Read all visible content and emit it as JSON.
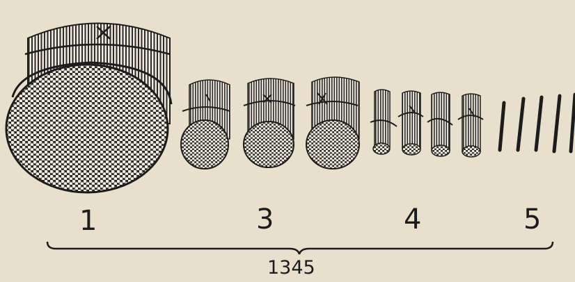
{
  "labels": {
    "group_1": "1",
    "group_3": "3",
    "group_4": "4",
    "group_5": "5",
    "total": "1345"
  },
  "colors": {
    "paper": "#e8e0cc",
    "ink": "#1c1c1c",
    "dot": "#f1ecdd"
  },
  "illustration": "bundles-of-sticks"
}
